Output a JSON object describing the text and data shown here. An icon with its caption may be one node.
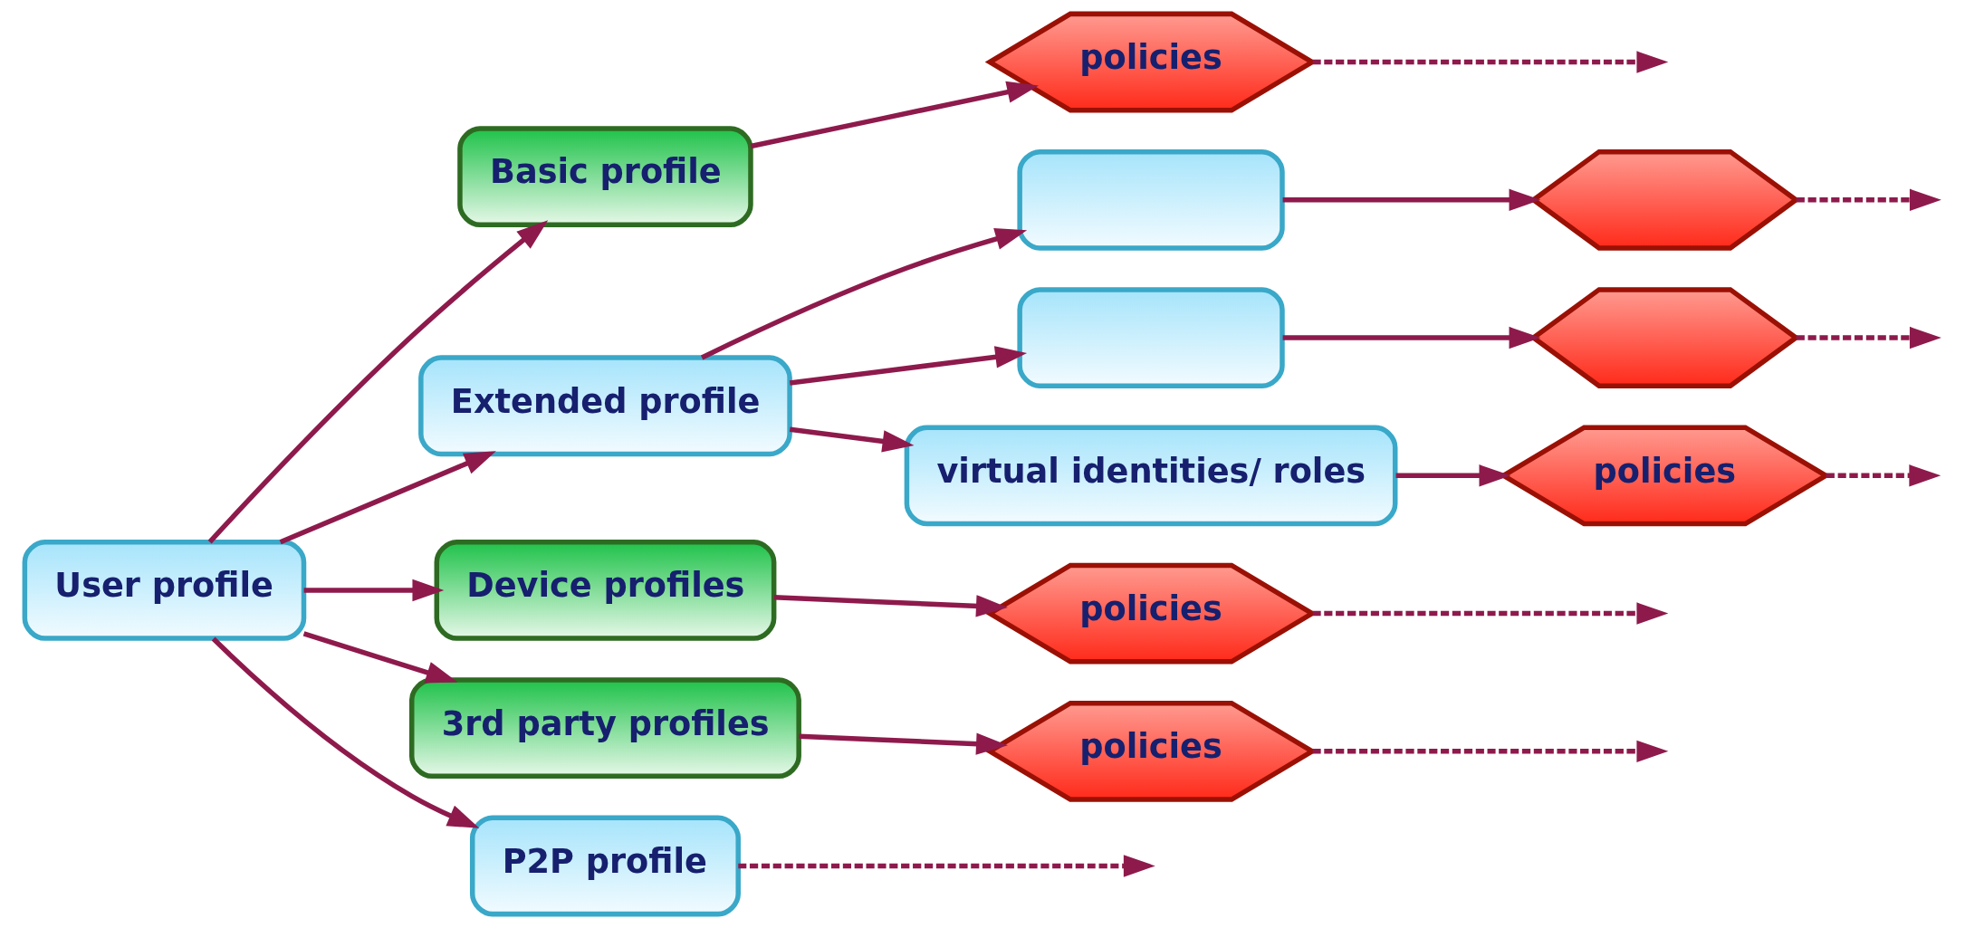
{
  "diagram": {
    "nodes": [
      {
        "text": [
          "User profile"
        ]
      },
      {
        "text": [
          "Basic profile"
        ]
      },
      {
        "text": [
          "policies"
        ]
      },
      {
        "text": [
          "Extended profile"
        ]
      },
      {
        "text": [],
        "shape": "box"
      },
      {
        "text": [],
        "shape": "box"
      },
      {
        "text": [
          "virtual identities/ roles"
        ]
      },
      {
        "text": [],
        "shape": "hexagon"
      },
      {
        "text": [],
        "shape": "hexagon"
      },
      {
        "text": [
          "policies"
        ]
      },
      {
        "text": [
          "Device profiles"
        ]
      },
      {
        "text": [
          "policies"
        ]
      },
      {
        "text": [
          "3rd party profiles"
        ]
      },
      {
        "text": [
          "policies"
        ]
      },
      {
        "text": [
          "P2P profile"
        ]
      }
    ],
    "edges": [
      {
        "from": 0,
        "to": 1,
        "arrow": "to"
      },
      {
        "from": 1,
        "to": 2,
        "arrow": "to"
      },
      {
        "from": 2,
        "to": null,
        "arrow": "to",
        "style": "dashed"
      },
      {
        "from": 0,
        "to": 3,
        "arrow": "to"
      },
      {
        "from": 3,
        "to": 4,
        "arrow": "to"
      },
      {
        "from": 3,
        "to": 5,
        "arrow": "to"
      },
      {
        "from": 3,
        "to": 6,
        "arrow": "to"
      },
      {
        "from": 4,
        "to": 7,
        "arrow": "to"
      },
      {
        "from": 5,
        "to": 8,
        "arrow": "to"
      },
      {
        "from": 6,
        "to": 9,
        "arrow": "to"
      },
      {
        "from": 7,
        "to": null,
        "arrow": "to",
        "style": "dashed"
      },
      {
        "from": 8,
        "to": null,
        "arrow": "to",
        "style": "dashed"
      },
      {
        "from": 9,
        "to": null,
        "arrow": "to",
        "style": "dashed"
      },
      {
        "from": 0,
        "to": 10,
        "arrow": "to"
      },
      {
        "from": 10,
        "to": 11,
        "arrow": "to"
      },
      {
        "from": 11,
        "to": null,
        "arrow": "to",
        "style": "dashed"
      },
      {
        "from": 0,
        "to": 12,
        "arrow": "to"
      },
      {
        "from": 12,
        "to": 13,
        "arrow": "to"
      },
      {
        "from": 13,
        "to": null,
        "arrow": "to",
        "style": "dashed"
      },
      {
        "from": 0,
        "to": 14,
        "arrow": "to"
      },
      {
        "from": 14,
        "to": null,
        "arrow": "to",
        "style": "dashed"
      }
    ]
  }
}
